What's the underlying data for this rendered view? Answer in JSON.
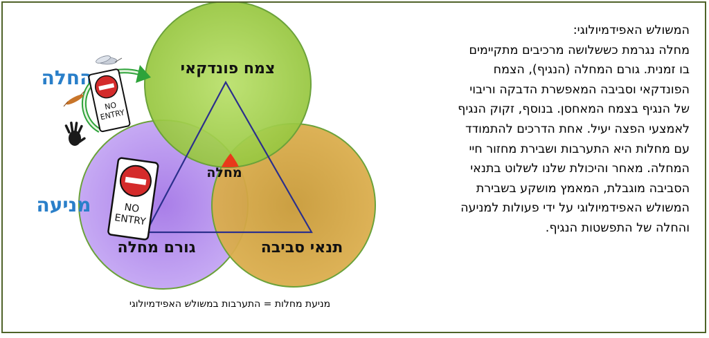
{
  "diagram": {
    "circle_host_label": "צמח פונדקאי",
    "circle_pathogen_label": "גורם מחלה",
    "circle_environment_label": "תנאי סביבה",
    "center_label": "מחלה",
    "side_label_treatment": "החלה",
    "side_label_prevention": "מניעה",
    "sign_line1": "NO",
    "sign_line2": "ENTRY",
    "colors": {
      "host": "#9acd3a",
      "pathogen": "#b48cf0",
      "environment": "#d4a035",
      "center": "#e83a1a",
      "side_labels": "#2a7fc9"
    }
  },
  "caption": "מניעת מחלות  = התערבות במשולש האפידמיולוגי",
  "text": {
    "lines": [
      "המשולש האפידמיולוגי:",
      "מחלה נגרמת כששלושה מרכיבים מתקיימים",
      "בו זמנית.  גורם המחלה (הנגיף), הצמח",
      "הפונדקאי וסביבה המאפשרת הדבקה וריבוי",
      "של הנגיף בצמח המאחסן. בנוסף, זקוק הנגיף",
      "לאמצעי הפצה יעיל. אחת הדרכים להתמודד",
      "עם מחלות היא התערבות ושבירת מחזור חיי",
      "המחלה. מאחר והיכולת שלנו לשלוט בתנאי",
      "הסביבה מוגבלת, המאמץ מושקע בשבירת",
      "המשולש האפידמיולוגי על ידי פעולות למניעה",
      "והחלה של התפשטות הנגיף."
    ]
  }
}
